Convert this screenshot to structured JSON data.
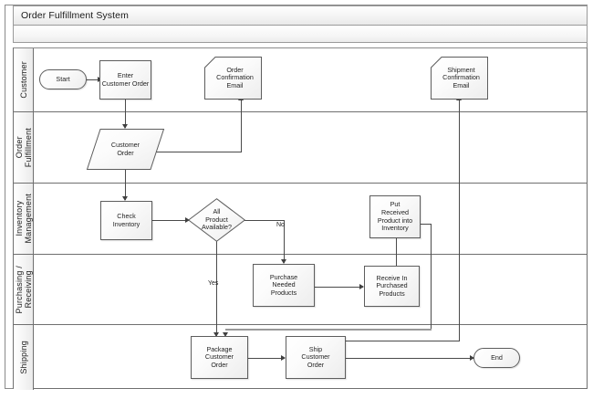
{
  "header": {
    "title": "Order Fulfillment System",
    "subtitle_band": ""
  },
  "lanes": [
    {
      "id": "customer",
      "label": "Customer"
    },
    {
      "id": "order-fulfillment",
      "label": "Order\nFulfillment"
    },
    {
      "id": "inventory-management",
      "label": "Inventory\nManagement"
    },
    {
      "id": "purchasing-receiving",
      "label": "Purchasing /\nReceiving"
    },
    {
      "id": "shipping",
      "label": "Shipping"
    }
  ],
  "nodes": {
    "start": {
      "label": "Start",
      "shape": "terminator",
      "lane": "customer"
    },
    "enter_customer_order": {
      "label": "Enter\nCustomer Order",
      "shape": "process",
      "lane": "customer"
    },
    "order_confirmation_email": {
      "label": "Order\nConfirmation\nEmail",
      "shape": "document-note",
      "lane": "customer"
    },
    "shipment_confirmation_email": {
      "label": "Shipment\nConfirmation\nEmail",
      "shape": "document-note",
      "lane": "customer"
    },
    "customer_order": {
      "label": "Customer\nOrder",
      "shape": "data-parallelogram",
      "lane": "order-fulfillment"
    },
    "check_inventory": {
      "label": "Check\nInventory",
      "shape": "process",
      "lane": "inventory-management"
    },
    "all_product_available": {
      "label": "All\nProduct\nAvailable?",
      "shape": "decision",
      "lane": "inventory-management"
    },
    "put_received_product": {
      "label": "Put\nReceived\nProduct into\nInventory",
      "shape": "process",
      "lane": "inventory-management"
    },
    "purchase_needed_products": {
      "label": "Purchase\nNeeded\nProducts",
      "shape": "process",
      "lane": "purchasing-receiving"
    },
    "receive_in_purchased_products": {
      "label": "Receive In\nPurchased\nProducts",
      "shape": "process",
      "lane": "purchasing-receiving"
    },
    "package_customer_order": {
      "label": "Package\nCustomer\nOrder",
      "shape": "process",
      "lane": "shipping"
    },
    "ship_customer_order": {
      "label": "Ship\nCustomer\nOrder",
      "shape": "process",
      "lane": "shipping"
    },
    "end": {
      "label": "End",
      "shape": "terminator",
      "lane": "shipping"
    }
  },
  "edge_labels": {
    "decision_no": "No",
    "decision_yes": "Yes"
  },
  "colors": {
    "frame_border": "#8a8a8a",
    "lane_border": "#6f6f6f",
    "shape_border": "#5d5d5d",
    "shape_fill_light": "#ffffff",
    "shape_fill_dark": "#ededed",
    "connector": "#4a4a4a",
    "connector_gray": "#9a9a9a",
    "text": "#1f1f1f",
    "page_background": "#ffffff"
  }
}
